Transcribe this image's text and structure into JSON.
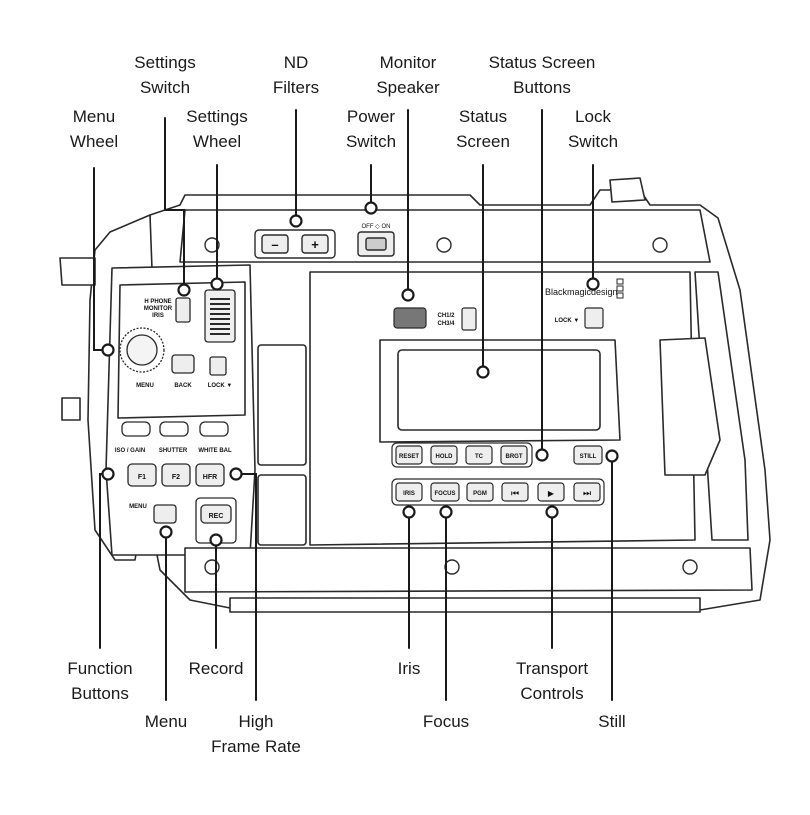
{
  "callouts": {
    "settings_switch": "Settings\nSwitch",
    "nd_filters": "ND\nFilters",
    "monitor_speaker": "Monitor\nSpeaker",
    "status_screen_buttons": "Status Screen\nButtons",
    "menu_wheel": "Menu\nWheel",
    "settings_wheel": "Settings\nWheel",
    "power_switch": "Power\nSwitch",
    "status_screen": "Status\nScreen",
    "lock_switch": "Lock\nSwitch",
    "function_buttons": "Function\nButtons",
    "record": "Record",
    "iris": "Iris",
    "transport_controls": "Transport\nControls",
    "menu": "Menu",
    "high_frame_rate": "High\nFrame Rate",
    "focus": "Focus",
    "still": "Still"
  },
  "panel_labels": {
    "headphone_monitor_iris": [
      "H PHONE",
      "MONITOR",
      "IRIS"
    ],
    "menu": "MENU",
    "back": "BACK",
    "lock_left": "LOCK ▼",
    "iso_gain": "ISO / GAIN",
    "shutter": "SHUTTER",
    "white_bal": "WHITE BAL",
    "f1": "F1",
    "f2": "F2",
    "hfr": "HFR",
    "menu_lower": "MENU",
    "rec": "REC",
    "nd_minus": "–",
    "nd_plus": "+",
    "power": "OFF ◇ ON",
    "ch12": "CH1/2",
    "ch34": "CH3/4",
    "brand": "Blackmagicdesign",
    "lock_right": "LOCK ▼",
    "reset": "RESET",
    "hold": "HOLD",
    "tc": "TC",
    "brgt": "BRGT",
    "still": "STILL",
    "iris": "IRIS",
    "focus": "FOCUS",
    "pgm": "PGM",
    "rewind": "⏮",
    "play": "▶",
    "forward": "⏭"
  }
}
